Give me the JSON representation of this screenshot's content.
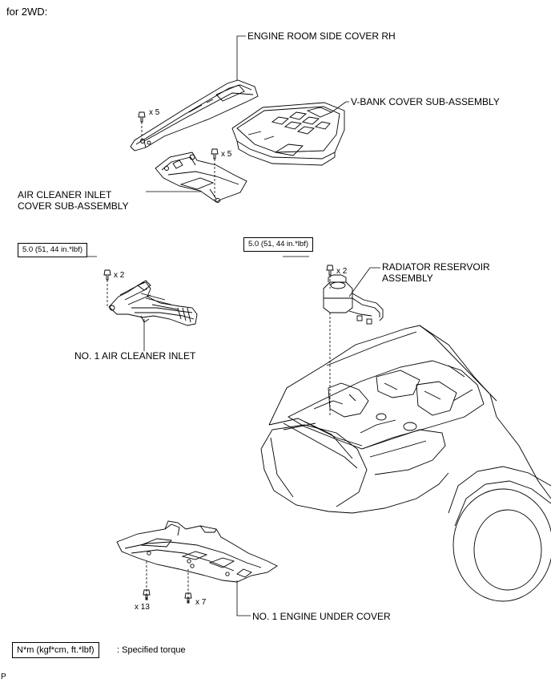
{
  "header": {
    "variant": "for 2WD:"
  },
  "parts": {
    "engine_room_side_cover": "ENGINE ROOM SIDE COVER RH",
    "v_bank_cover": "V-BANK COVER SUB-ASSEMBLY",
    "air_cleaner_inlet_cover_line1": "AIR CLEANER INLET",
    "air_cleaner_inlet_cover_line2": "COVER SUB-ASSEMBLY",
    "no1_air_cleaner_inlet": "NO. 1 AIR CLEANER INLET",
    "radiator_reservoir_line1": "RADIATOR RESERVOIR",
    "radiator_reservoir_line2": "ASSEMBLY",
    "no1_engine_under_cover": "NO. 1 ENGINE UNDER COVER"
  },
  "quantities": {
    "side_cover_bolts": "x 5",
    "inlet_cover_bolts": "x 5",
    "air_inlet_bolts": "x 2",
    "reservoir_bolts": "x 2",
    "under_cover_bolts_a": "x 13",
    "under_cover_bolts_b": "x 7"
  },
  "torque": {
    "air_inlet": "5.0 (51, 44 in.*lbf)",
    "reservoir": "5.0 (51, 44 in.*lbf)"
  },
  "legend": {
    "unit": "N*m (kgf*cm, ft.*lbf)",
    "description": ": Specified torque"
  },
  "footer": {
    "code": "P"
  }
}
